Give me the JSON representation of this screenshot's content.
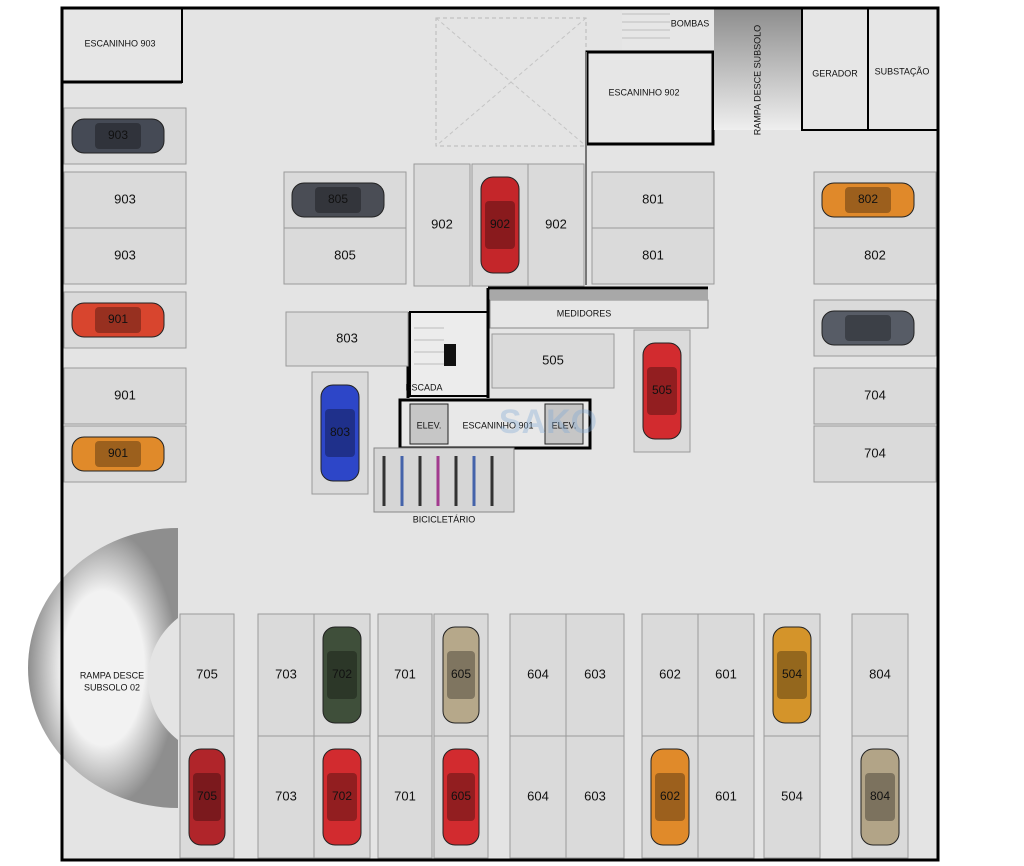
{
  "colors": {
    "floor": "#e4e4e4",
    "slot": "#dadada",
    "slot_border": "#9a9a9a",
    "wall": "#000000",
    "ramp_dark": "#8d8d8d",
    "ramp_light": "#efefef",
    "watermark": "#7ea9d6"
  },
  "labels": {
    "escaninho_903": "ESCANINHO 903",
    "escaninho_902": "ESCANINHO 902",
    "escaninho_901": "ESCANINHO 901",
    "bombas": "BOMBAS",
    "rampa_subsolo": "RAMPA DESCE SUBSOLO",
    "gerador": "GERADOR",
    "substacao": "SUBSTAÇÃO",
    "medidores": "MEDIDORES",
    "escada": "ESCADA",
    "elev": "ELEV.",
    "bicicletario": "BICICLETÁRIO",
    "rampa_subsolo_02_l1": "RAMPA DESCE",
    "rampa_subsolo_02_l2": "SUBSOLO 02",
    "watermark": "SAKO"
  },
  "empty_slots": [
    "903",
    "903",
    "901",
    "805",
    "902",
    "902",
    "801",
    "801",
    "803",
    "505",
    "802",
    "704",
    "704",
    "705",
    "703",
    "703",
    "701",
    "701",
    "604",
    "604",
    "603",
    "603",
    "602",
    "601",
    "601",
    "504",
    "804"
  ],
  "cars": [
    {
      "label": "903",
      "color": "#454a55"
    },
    {
      "label": "805",
      "color": "#4a4d55"
    },
    {
      "label": "902",
      "color": "#c4262a"
    },
    {
      "label": "901",
      "color": "#d8452e"
    },
    {
      "label": "901",
      "color": "#e08a2a"
    },
    {
      "label": "803",
      "color": "#2d46c8"
    },
    {
      "label": "505",
      "color": "#d22b2f"
    },
    {
      "label": "802",
      "color": "#e0892a"
    },
    {
      "label": "",
      "color": "#575c66"
    },
    {
      "label": "702",
      "color": "#3f4f3a"
    },
    {
      "label": "605",
      "color": "#b6a88a"
    },
    {
      "label": "504",
      "color": "#d4942a"
    },
    {
      "label": "705",
      "color": "#b0252a"
    },
    {
      "label": "702",
      "color": "#d22b2f"
    },
    {
      "label": "605",
      "color": "#d22b2f"
    },
    {
      "label": "602",
      "color": "#e08a2a"
    },
    {
      "label": "804",
      "color": "#b2a487"
    }
  ]
}
